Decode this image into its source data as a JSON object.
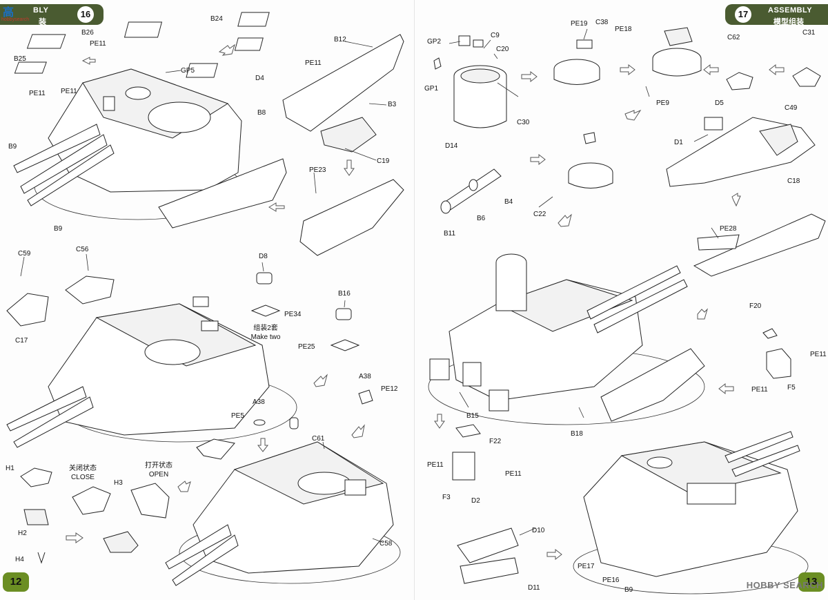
{
  "left_page": {
    "banner_title": "BLY",
    "banner_subtitle": "装",
    "step_number": "16",
    "page_number": "12",
    "watermark_logo": "高",
    "watermark_site": "hobbysearch",
    "labels": {
      "B26": "B26",
      "PE11_a": "PE11",
      "B25": "B25",
      "PE11_b": "PE11",
      "PE11_c": "PE11",
      "B24": "B24",
      "PE11_d": "PE11",
      "D4": "D4",
      "GP5": "GP5",
      "B12": "B12",
      "B3": "B3",
      "B8": "B8",
      "B9_a": "B9",
      "B9_b": "B9",
      "C19": "C19",
      "PE23": "PE23",
      "C59": "C59",
      "C56": "C56",
      "C17": "C17",
      "D8": "D8",
      "PE34": "PE34",
      "B16": "B16",
      "PE25": "PE25",
      "A38_a": "A38",
      "PE12": "PE12",
      "PE5": "PE5",
      "A38_b": "A38",
      "C61": "C61",
      "H1": "H1",
      "H2": "H2",
      "H3": "H3",
      "H4": "H4",
      "C58": "C58"
    },
    "notes": {
      "make_two_cn": "组装2套",
      "make_two_en": "Make two",
      "close_cn": "关闭状态",
      "close_en": "CLOSE",
      "open_cn": "打开状态",
      "open_en": "OPEN"
    }
  },
  "right_page": {
    "banner_title": "ASSEMBLY",
    "banner_subtitle": "模型组装",
    "step_number": "17",
    "page_number": "13",
    "watermark": "HOBBY SEARCH",
    "labels": {
      "GP2": "GP2",
      "C9": "C9",
      "C20": "C20",
      "GP1": "GP1",
      "C30": "C30",
      "D14": "D14",
      "PE19": "PE19",
      "C38": "C38",
      "PE18": "PE18",
      "PE9": "PE9",
      "C62": "C62",
      "C31": "C31",
      "C49": "C49",
      "D5": "D5",
      "D1": "D1",
      "C18": "C18",
      "B4": "B4",
      "B6": "B6",
      "B11": "B11",
      "C22": "C22",
      "PE28": "PE28",
      "F20": "F20",
      "PE11_a": "PE11",
      "F5": "F5",
      "PE11_b": "PE11",
      "B15": "B15",
      "B18": "B18",
      "F22": "F22",
      "PE11_c": "PE11",
      "PE11_d": "PE11",
      "F3": "F3",
      "D2": "D2",
      "D10": "D10",
      "D11": "D11",
      "PE17": "PE17",
      "PE16": "PE16",
      "B9": "B9"
    }
  },
  "colors": {
    "banner": "#4a5b31",
    "page_tab": "#6b8e23",
    "line": "#222222"
  }
}
